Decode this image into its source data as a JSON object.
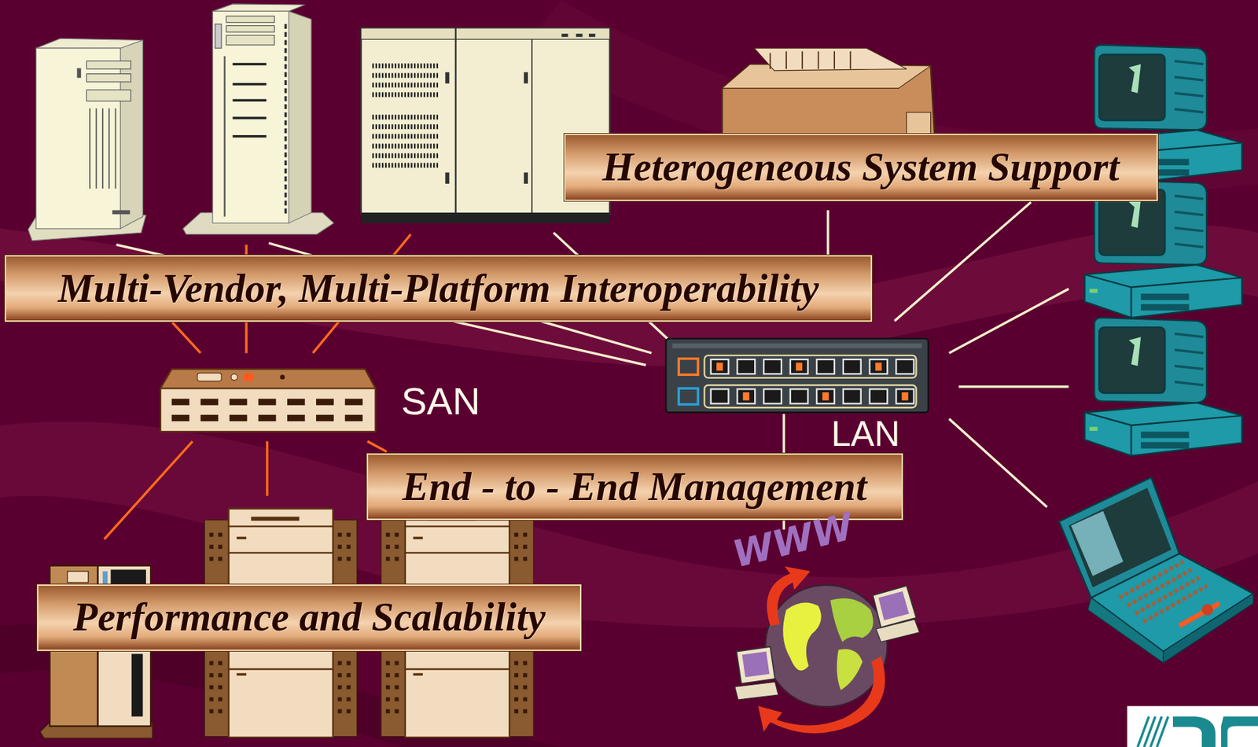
{
  "diagram": {
    "nodes": [
      {
        "text": [
          "Heterogeneous System Support"
        ]
      },
      {
        "text": [
          "Multi-Vendor, Multi-Platform Interoperability"
        ]
      },
      {
        "text": [
          "End - to - End Management"
        ]
      },
      {
        "text": [
          "Performance and Scalability"
        ]
      }
    ],
    "labels": [
      "SAN",
      "LAN",
      "WWW"
    ]
  }
}
